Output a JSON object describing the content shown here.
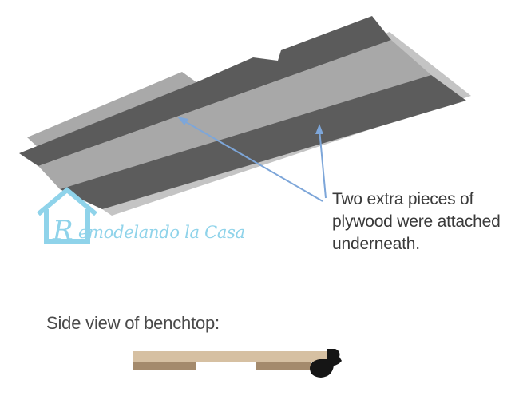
{
  "callout": {
    "lines": [
      "Two extra pieces of",
      "plywood were attached",
      "underneath."
    ]
  },
  "side_view": {
    "title": "Side view of benchtop:"
  },
  "watermark": {
    "letter": "R",
    "text": "emodelando la Casa"
  },
  "colors": {
    "dark_strip": "#5c5c5c",
    "light_strip": "#aaaaaa",
    "arrow": "#7da6d9",
    "logo": "#8fd3ea",
    "top_wood": "#d6c0a2",
    "under_wood": "#a48a6c",
    "edge_trim": "#1a1a1a"
  }
}
